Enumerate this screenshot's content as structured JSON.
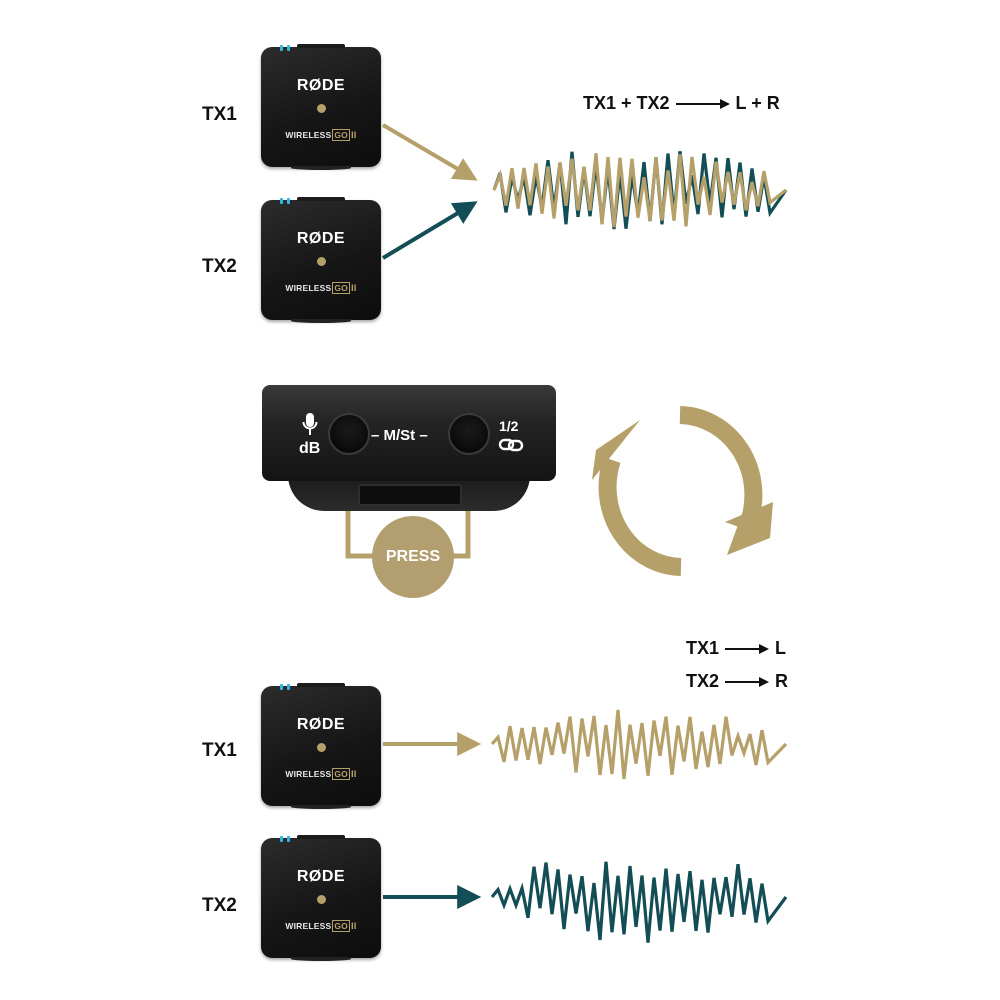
{
  "top_section": {
    "equation": {
      "left": "TX1 + TX2",
      "right": "L + R"
    },
    "tx1_label": "TX1",
    "tx2_label": "TX2"
  },
  "middle_section": {
    "db_label": "dB",
    "mode_label": "– M/St –",
    "link_label": "1/2",
    "press_label": "PRESS",
    "mic_icon": "microphone-icon",
    "link_icon": "link-icon",
    "cycle_icon": "cycle-arrows-icon"
  },
  "bottom_section": {
    "routing": [
      {
        "from": "TX1",
        "to": "L"
      },
      {
        "from": "TX2",
        "to": "R"
      }
    ],
    "tx1_label": "TX1",
    "tx2_label": "TX2"
  },
  "device": {
    "brand": "RØDE",
    "model": "WIRELESS",
    "model_suffix": "GO",
    "model_gen": "II"
  },
  "colors": {
    "gold": "#b5a06a",
    "teal": "#134d55",
    "device_body": "#1a1a1a",
    "led": "#2fb6e6"
  }
}
